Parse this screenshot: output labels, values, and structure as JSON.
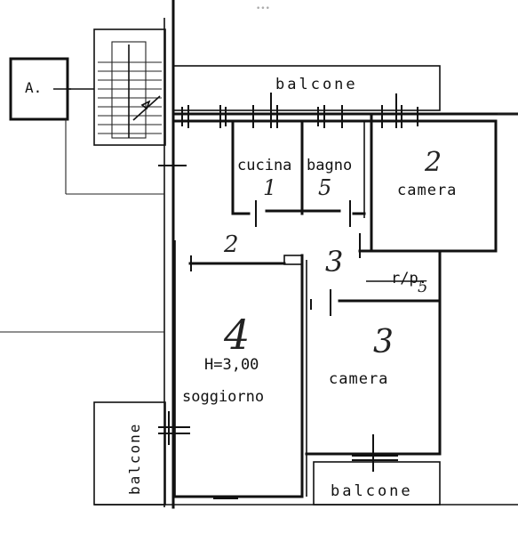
{
  "labels": {
    "elevator": "A.",
    "balcony_top": "balcone",
    "kitchen": "cucina",
    "bathroom": "bagno",
    "bedroom_2_number": "2",
    "bedroom_2": "camera",
    "living_number": "4",
    "ceiling_height": "H=3,00",
    "living": "soggiorno",
    "bedroom_3_number": "3",
    "bedroom_3": "camera",
    "closet": "r/p.",
    "closet_number": "5",
    "balcony_left": "balcone",
    "balcony_bottom": "balcone",
    "kitchen_number": "1",
    "bathroom_number": "5",
    "hall_number": "2",
    "corridor_number": "3"
  },
  "menu": {
    "dots": "•••"
  }
}
